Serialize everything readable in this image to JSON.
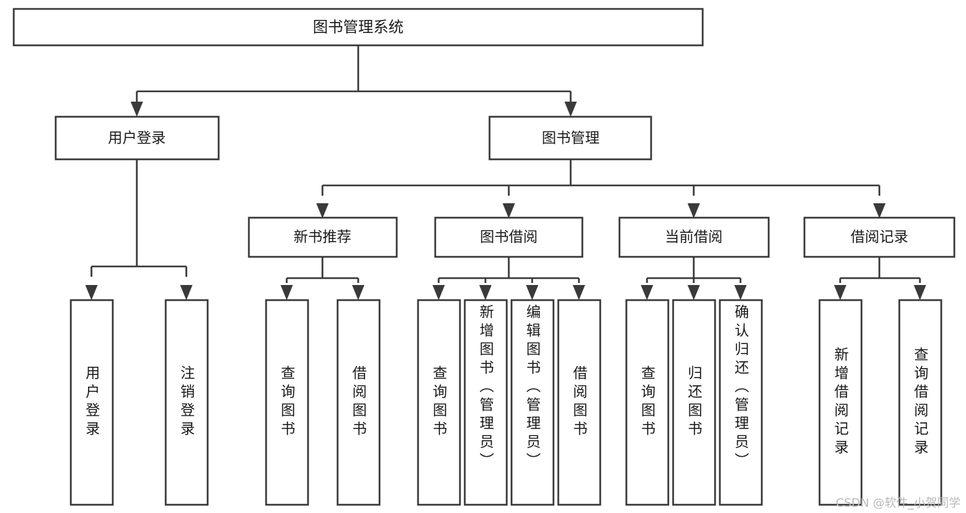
{
  "diagram": {
    "type": "tree-hierarchy",
    "title_node": {
      "id": "root",
      "label": "图书管理系统"
    },
    "level2": [
      {
        "id": "user-login",
        "label": "用户登录"
      },
      {
        "id": "book-management",
        "label": "图书管理"
      }
    ],
    "level3": [
      {
        "id": "new-book-recommend",
        "label": "新书推荐",
        "parent": "book-management"
      },
      {
        "id": "book-borrow",
        "label": "图书借阅",
        "parent": "book-management"
      },
      {
        "id": "current-borrow",
        "label": "当前借阅",
        "parent": "book-management"
      },
      {
        "id": "borrow-record",
        "label": "借阅记录",
        "parent": "book-management"
      }
    ],
    "leaves": {
      "user_login": [
        {
          "id": "leaf-user-login",
          "label": "用户登录"
        },
        {
          "id": "leaf-logout-login",
          "label": "注销登录"
        }
      ],
      "new_book_recommend": [
        {
          "id": "leaf-query-book-1",
          "label": "查询图书"
        },
        {
          "id": "leaf-borrow-book-1",
          "label": "借阅图书"
        }
      ],
      "book_borrow": [
        {
          "id": "leaf-query-book-2",
          "label": "查询图书"
        },
        {
          "id": "leaf-add-book",
          "label": "新增图书（管理员）"
        },
        {
          "id": "leaf-edit-book",
          "label": "编辑图书（管理员）"
        },
        {
          "id": "leaf-borrow-book-2",
          "label": "借阅图书"
        }
      ],
      "current_borrow": [
        {
          "id": "leaf-query-book-3",
          "label": "查询图书"
        },
        {
          "id": "leaf-return-book",
          "label": "归还图书"
        },
        {
          "id": "leaf-confirm-return",
          "label": "确认归还（管理员）"
        }
      ],
      "borrow_record": [
        {
          "id": "leaf-add-record",
          "label": "新增借阅记录"
        },
        {
          "id": "leaf-query-record",
          "label": "查询借阅记录"
        }
      ]
    }
  },
  "watermark": {
    "text": "CSDN @软件_小贺同学"
  },
  "colors": {
    "box_stroke": "#3a3a3a",
    "box_fill": "#ffffff",
    "text": "#1a1a1a",
    "watermark": "#b9b9b9",
    "background": "#ffffff"
  }
}
